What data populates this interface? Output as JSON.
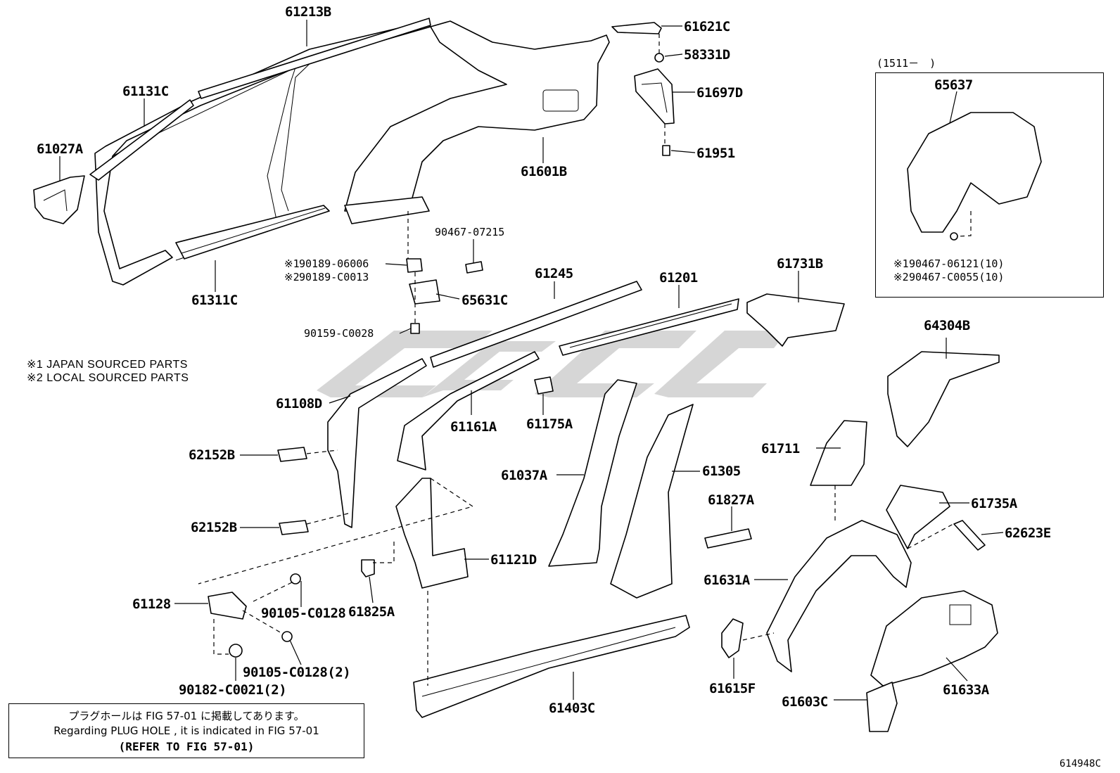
{
  "part_numbers": {
    "p61213B": "61213B",
    "p61621C": "61621C",
    "p58331D": "58331D",
    "p61697D": "61697D",
    "p61951": "61951",
    "p61601B": "61601B",
    "p61131C": "61131C",
    "p61027A": "61027A",
    "p61311C": "61311C",
    "p90467_07215": "90467-07215",
    "p90189_06006": "90189-06006",
    "p90189_C0013": "90189-C0013",
    "p65631C": "65631C",
    "p90159_C0028": "90159-C0028",
    "p61245": "61245",
    "p61201": "61201",
    "p61731B": "61731B",
    "p61108D": "61108D",
    "p61161A": "61161A",
    "p61175A": "61175A",
    "p62152B_1": "62152B",
    "p62152B_2": "62152B",
    "p61037A": "61037A",
    "p61305": "61305",
    "p61711": "61711",
    "p61827A": "61827A",
    "p61735A": "61735A",
    "p62623E": "62623E",
    "p61121D": "61121D",
    "p61128": "61128",
    "p90105_C0128": "90105-C0128",
    "p61825A": "61825A",
    "p61631A": "61631A",
    "p90105_C0128_2": "90105-C0128(2)",
    "p90182_C0021_2": "90182-C0021(2)",
    "p61403C": "61403C",
    "p61615F": "61615F",
    "p61603C": "61603C",
    "p61633A": "61633A",
    "p64304B": "64304B",
    "p65637": "65637",
    "p90467_06121": "90467-06121(10)",
    "p90467_C0055": "90467-C0055(10)"
  },
  "marks": {
    "m1": "※1",
    "m2": "※2",
    "m1b": "※1",
    "m2b": "※2",
    "i1": "※1",
    "i2": "※2"
  },
  "legend": {
    "japan": "※1  JAPAN SOURCED PARTS",
    "local": "※2  LOCAL SOURCED PARTS"
  },
  "inset": {
    "date_range": "(1511－　)"
  },
  "plug_note": {
    "jp": "プラグホールは FIG 57-01 に掲載してあります。",
    "en": "Regarding  PLUG  HOLE , it is indicated in  FIG  57-01",
    "ref": "(REFER TO FIG 57-01)"
  },
  "figure_id": "614948C"
}
